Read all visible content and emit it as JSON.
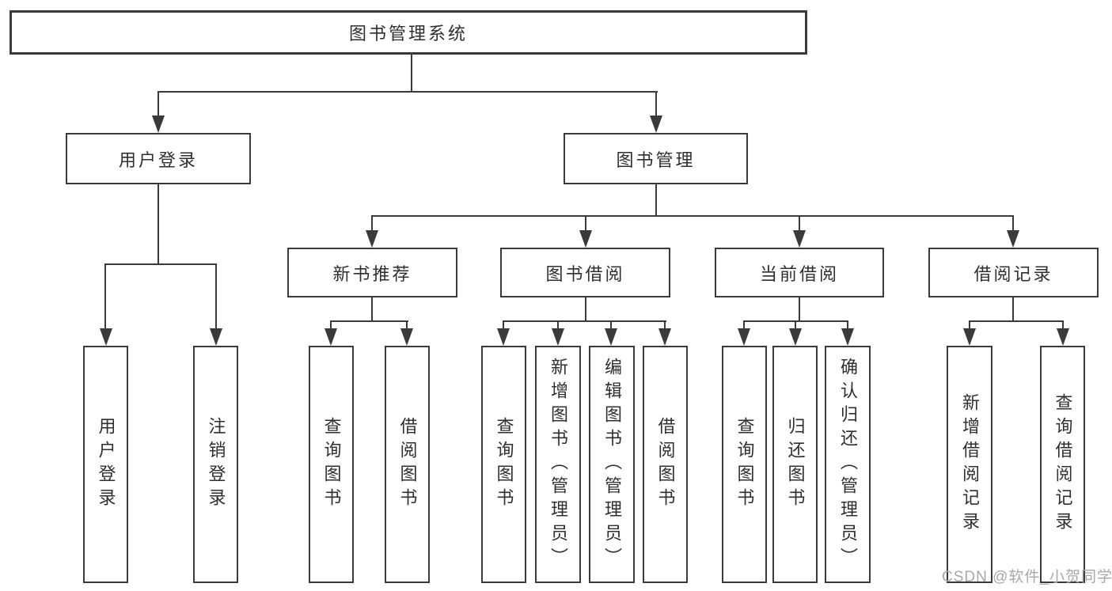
{
  "diagram": {
    "root": "图书管理系统",
    "level2": [
      "用户登录",
      "图书管理"
    ],
    "level3": [
      "新书推荐",
      "图书借阅",
      "当前借阅",
      "借阅记录"
    ],
    "leaves": [
      [
        "用户登录",
        "注销登录"
      ],
      [
        "查询图书",
        "借阅图书"
      ],
      [
        "查询图书",
        "新增图书（管理员）",
        "编辑图书（管理员）",
        "借阅图书"
      ],
      [
        "查询图书",
        "归还图书",
        "确认归还（管理员）"
      ],
      [
        "新增借阅记录",
        "查询借阅记录"
      ]
    ]
  },
  "watermark": "CSDN @软件_小贺同学",
  "colors": {
    "line": "#3a3a3a",
    "box_border": "#3a3a3a",
    "box_fill": "#ffffff",
    "text": "#2f2f2f",
    "watermark": "#a8a8a8",
    "background": "#ffffff"
  }
}
